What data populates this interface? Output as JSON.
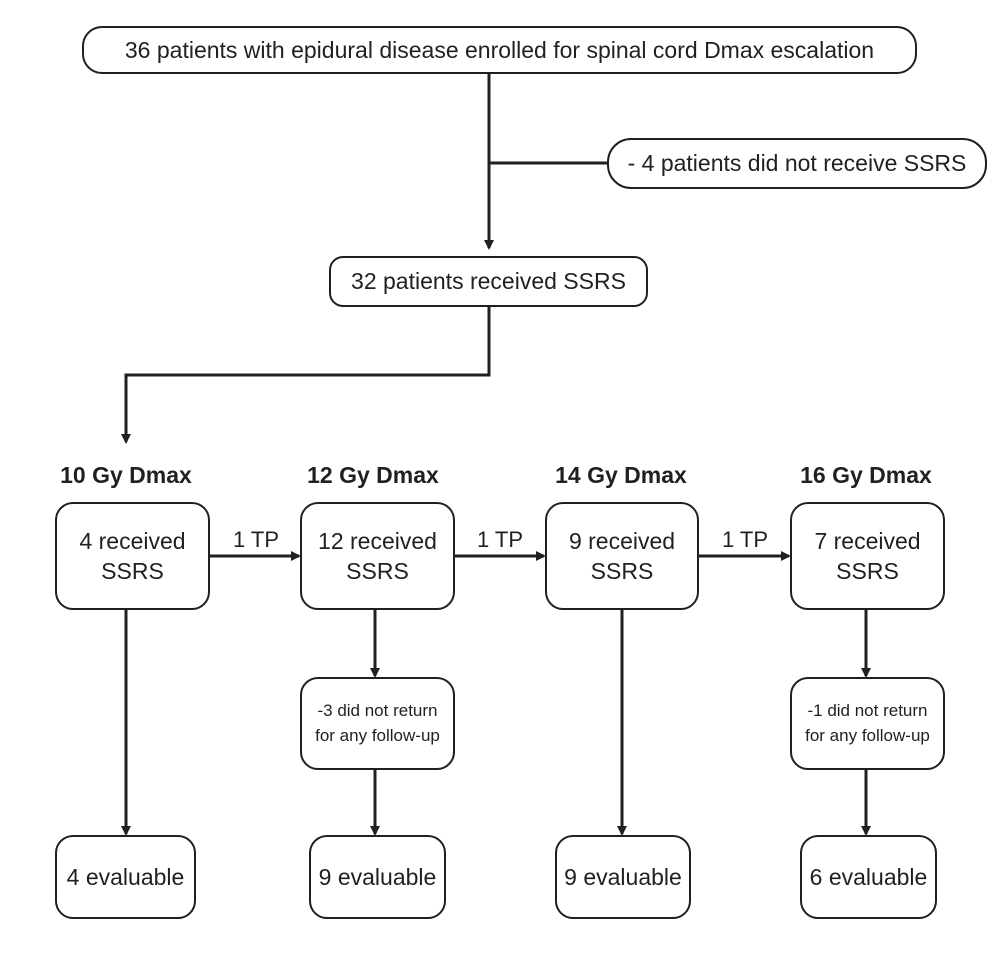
{
  "enrolled": "36 patients with epidural disease enrolled for spinal cord Dmax escalation",
  "excluded": "- 4 patients did not receive SSRS",
  "received": "32 patients received SSRS",
  "transition_label": "1 TP",
  "arms": [
    {
      "dose": "10 Gy Dmax",
      "received": "4 received\nSSRS",
      "dropout": "",
      "evaluable": "4 evaluable"
    },
    {
      "dose": "12 Gy Dmax",
      "received": "12 received\nSSRS",
      "dropout": "-3 did not return\nfor any follow-up",
      "evaluable": "9 evaluable"
    },
    {
      "dose": "14 Gy Dmax",
      "received": "9 received\nSSRS",
      "dropout": "",
      "evaluable": "9 evaluable"
    },
    {
      "dose": "16 Gy Dmax",
      "received": "7 received\nSSRS",
      "dropout": "-1 did not return\nfor any follow-up",
      "evaluable": "6 evaluable"
    }
  ]
}
